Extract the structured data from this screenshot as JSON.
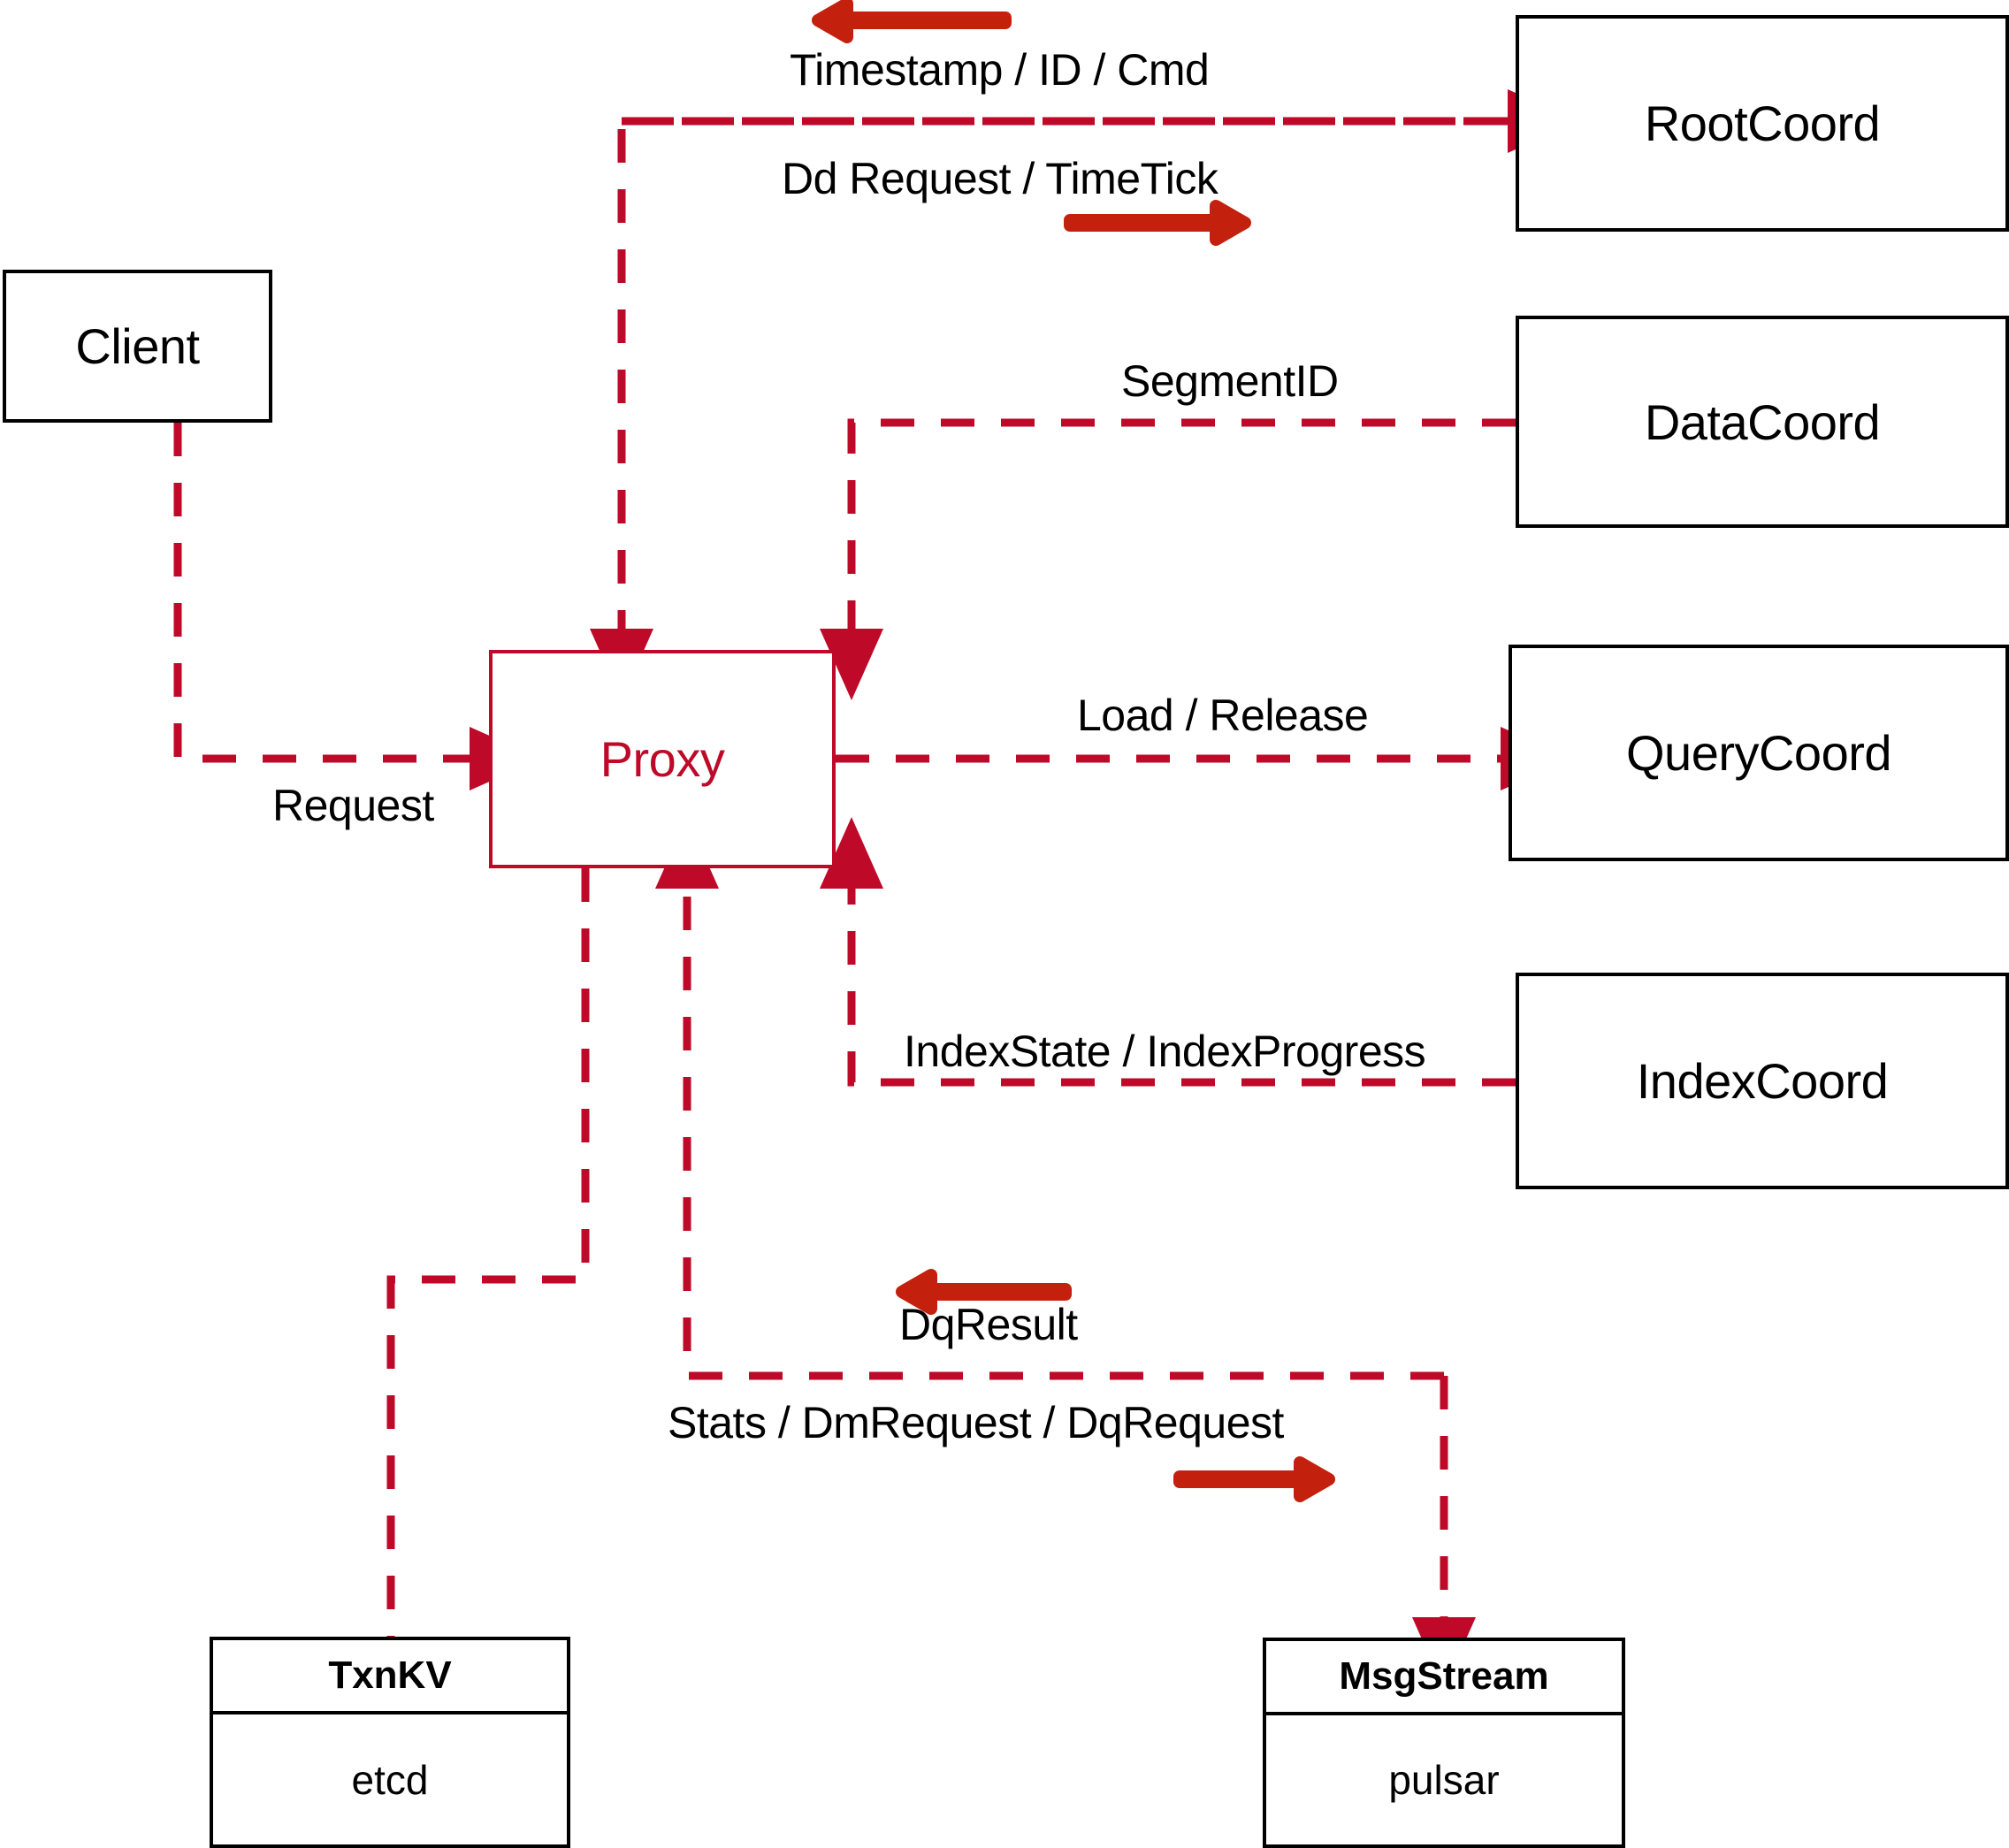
{
  "diagram": {
    "title": "Milvus Proxy architecture",
    "colors": {
      "dashed_line": "#BE0A28",
      "proxy_accent": "#BE0A28",
      "bold_arrow": "#C4200E",
      "node_border": "#000000",
      "background": "#FFFFFF"
    },
    "nodes": [
      {
        "id": "client",
        "label": "Client"
      },
      {
        "id": "proxy",
        "label": "Proxy"
      },
      {
        "id": "rootcoord",
        "label": "RootCoord"
      },
      {
        "id": "datacoord",
        "label": "DataCoord"
      },
      {
        "id": "querycoord",
        "label": "QueryCoord"
      },
      {
        "id": "indexcoord",
        "label": "IndexCoord"
      }
    ],
    "stack_nodes": [
      {
        "id": "txnkv",
        "header": "TxnKV",
        "body": "etcd"
      },
      {
        "id": "msgstream",
        "header": "MsgStream",
        "body": "pulsar"
      }
    ],
    "edge_labels": [
      {
        "id": "timestamp-id-cmd",
        "text": "Timestamp / ID / Cmd"
      },
      {
        "id": "dd-request-timetick",
        "text": "Dd Request / TimeTick"
      },
      {
        "id": "segmentid",
        "text": "SegmentID"
      },
      {
        "id": "request",
        "text": "Request"
      },
      {
        "id": "load-release",
        "text": "Load / Release"
      },
      {
        "id": "indexstate-progress",
        "text": "IndexState / IndexProgress"
      },
      {
        "id": "dqresult",
        "text": "DqResult"
      },
      {
        "id": "stats-dm-dq",
        "text": "Stats / DmRequest / DqRequest"
      }
    ],
    "direction_arrows": [
      {
        "id": "arrow-timestamp-id-cmd",
        "direction": "left"
      },
      {
        "id": "arrow-dd-request-timetick",
        "direction": "right"
      },
      {
        "id": "arrow-dqresult",
        "direction": "left"
      },
      {
        "id": "arrow-stats-dm-dq",
        "direction": "right"
      }
    ]
  }
}
